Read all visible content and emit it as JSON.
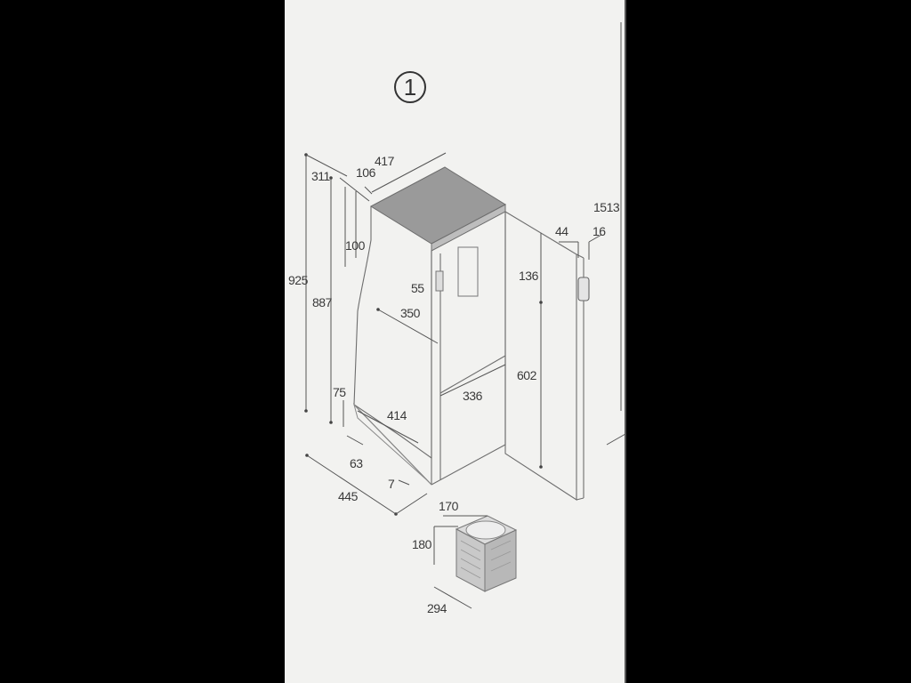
{
  "figure": {
    "number": "1",
    "colors": {
      "background_outer": "#000000",
      "paper": "#f2f2f0",
      "top_panel": "#9a9a9a",
      "line": "#555555",
      "text": "#3a3a3a",
      "unit_fill": "#c9c9c9"
    }
  },
  "dimensions": {
    "top_width": "417",
    "offset_top_left": "311",
    "top_inset": "106",
    "recess_height": "100",
    "total_height": "925",
    "body_height": "887",
    "handle_height": "55",
    "inner_depth": "350",
    "overall_height": "1513",
    "door_offset": "44",
    "door_thickness": "16",
    "window_height": "136",
    "inner_width": "336",
    "door_inner_height": "602",
    "base_height": "75",
    "base_depth": "414",
    "foot": "63",
    "foot_gap": "7",
    "overall_depth": "445"
  },
  "unit": {
    "width": "170",
    "height": "180",
    "depth": "294"
  }
}
